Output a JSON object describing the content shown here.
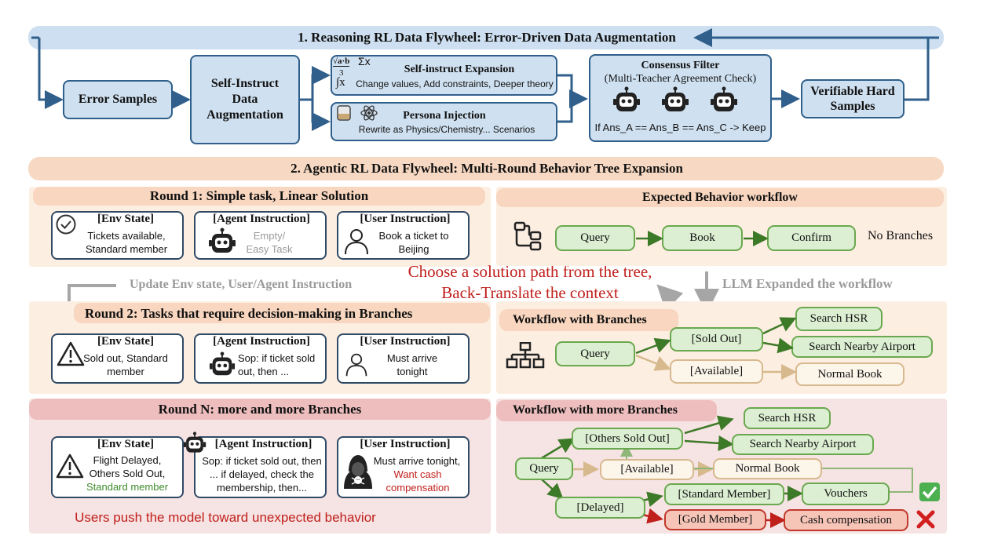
{
  "s1": {
    "title": "1. Reasoning RL Data Flywheel: Error-Driven Data Augmentation",
    "error_samples": "Error Samples",
    "self_instruct": "Self-Instruct Data Augmentation",
    "expansion_title": "Self-instruct Expansion",
    "expansion_sub": "Change values, Add constraints, Deeper theory",
    "persona_title": "Persona Injection",
    "persona_sub": "Rewrite as Physics/Chemistry... Scenarios",
    "consensus_title": "Consensus Filter",
    "consensus_sub": "(Multi-Teacher Agreement Check)",
    "consensus_rule": "If Ans_A == Ans_B == Ans_C -> Keep",
    "verifiable": "Verifiable Hard Samples",
    "math_glyph_1": "√a·b",
    "math_glyph_2": "Σx",
    "math_glyph_3": "3",
    "math_glyph_4": "∫x"
  },
  "s2": {
    "title": "2. Agentic RL Data Flywheel: Multi-Round Behavior Tree Expansion",
    "round1": {
      "title": "Round 1: Simple task, Linear Solution",
      "env_h": "[Env State]",
      "env_t": "Tickets available, Standard member",
      "agent_h": "[Agent Instruction]",
      "agent_t": "Empty/ Easy Task",
      "user_h": "[User Instruction]",
      "user_t": "Book a ticket to Beijing"
    },
    "update_label": "Update Env state, User/Agent Instruction",
    "choose_label_1": "Choose a solution path from the tree,",
    "choose_label_2": "Back-Translate the context",
    "llm_label": "LLM Expanded the workflow",
    "round2": {
      "title": "Round 2: Tasks that require decision-making in Branches",
      "env_h": "[Env State]",
      "env_t": "Sold out, Standard member",
      "agent_h": "[Agent Instruction]",
      "agent_t": "Sop: if ticket sold out, then ...",
      "user_h": "[User Instruction]",
      "user_t": "Must arrive tonight"
    },
    "roundN": {
      "title": "Round N: more and more Branches",
      "env_h": "[Env State]",
      "env_t1": "Flight Delayed,",
      "env_t2": "Others Sold Out,",
      "env_t3": "Standard member",
      "agent_h": "[Agent Instruction]",
      "agent_t": "Sop: if ticket sold out, then ... if delayed, check the membership, then...",
      "user_h": "[User Instruction]",
      "user_t1": "Must arrive tonight,",
      "user_t2": "Want cash compensation",
      "bottom": "Users push the model toward unexpected behavior"
    },
    "expected": {
      "title": "Expected Behavior workflow",
      "query": "Query",
      "book": "Book",
      "confirm": "Confirm",
      "no_branches": "No Branches"
    },
    "branches": {
      "title": "Workflow with Branches",
      "query": "Query",
      "sold_out": "[Sold Out]",
      "available": "[Available]",
      "search_hsr": "Search HSR",
      "search_airport": "Search Nearby Airport",
      "normal_book": "Normal Book"
    },
    "more": {
      "title": "Workflow with more Branches",
      "query": "Query",
      "others_sold_out": "[Others Sold Out]",
      "available": "[Available]",
      "delayed": "[Delayed]",
      "search_hsr": "Search HSR",
      "search_airport": "Search Nearby Airport",
      "normal_book": "Normal Book",
      "standard_member": "[Standard Member]",
      "gold_member": "[Gold Member]",
      "vouchers": "Vouchers",
      "cash": "Cash compensation"
    }
  },
  "colors": {
    "blue_dark": "#2f5f8a",
    "green": "#4e8f2f",
    "red": "#c0201c",
    "gray": "#9a9a9a"
  }
}
